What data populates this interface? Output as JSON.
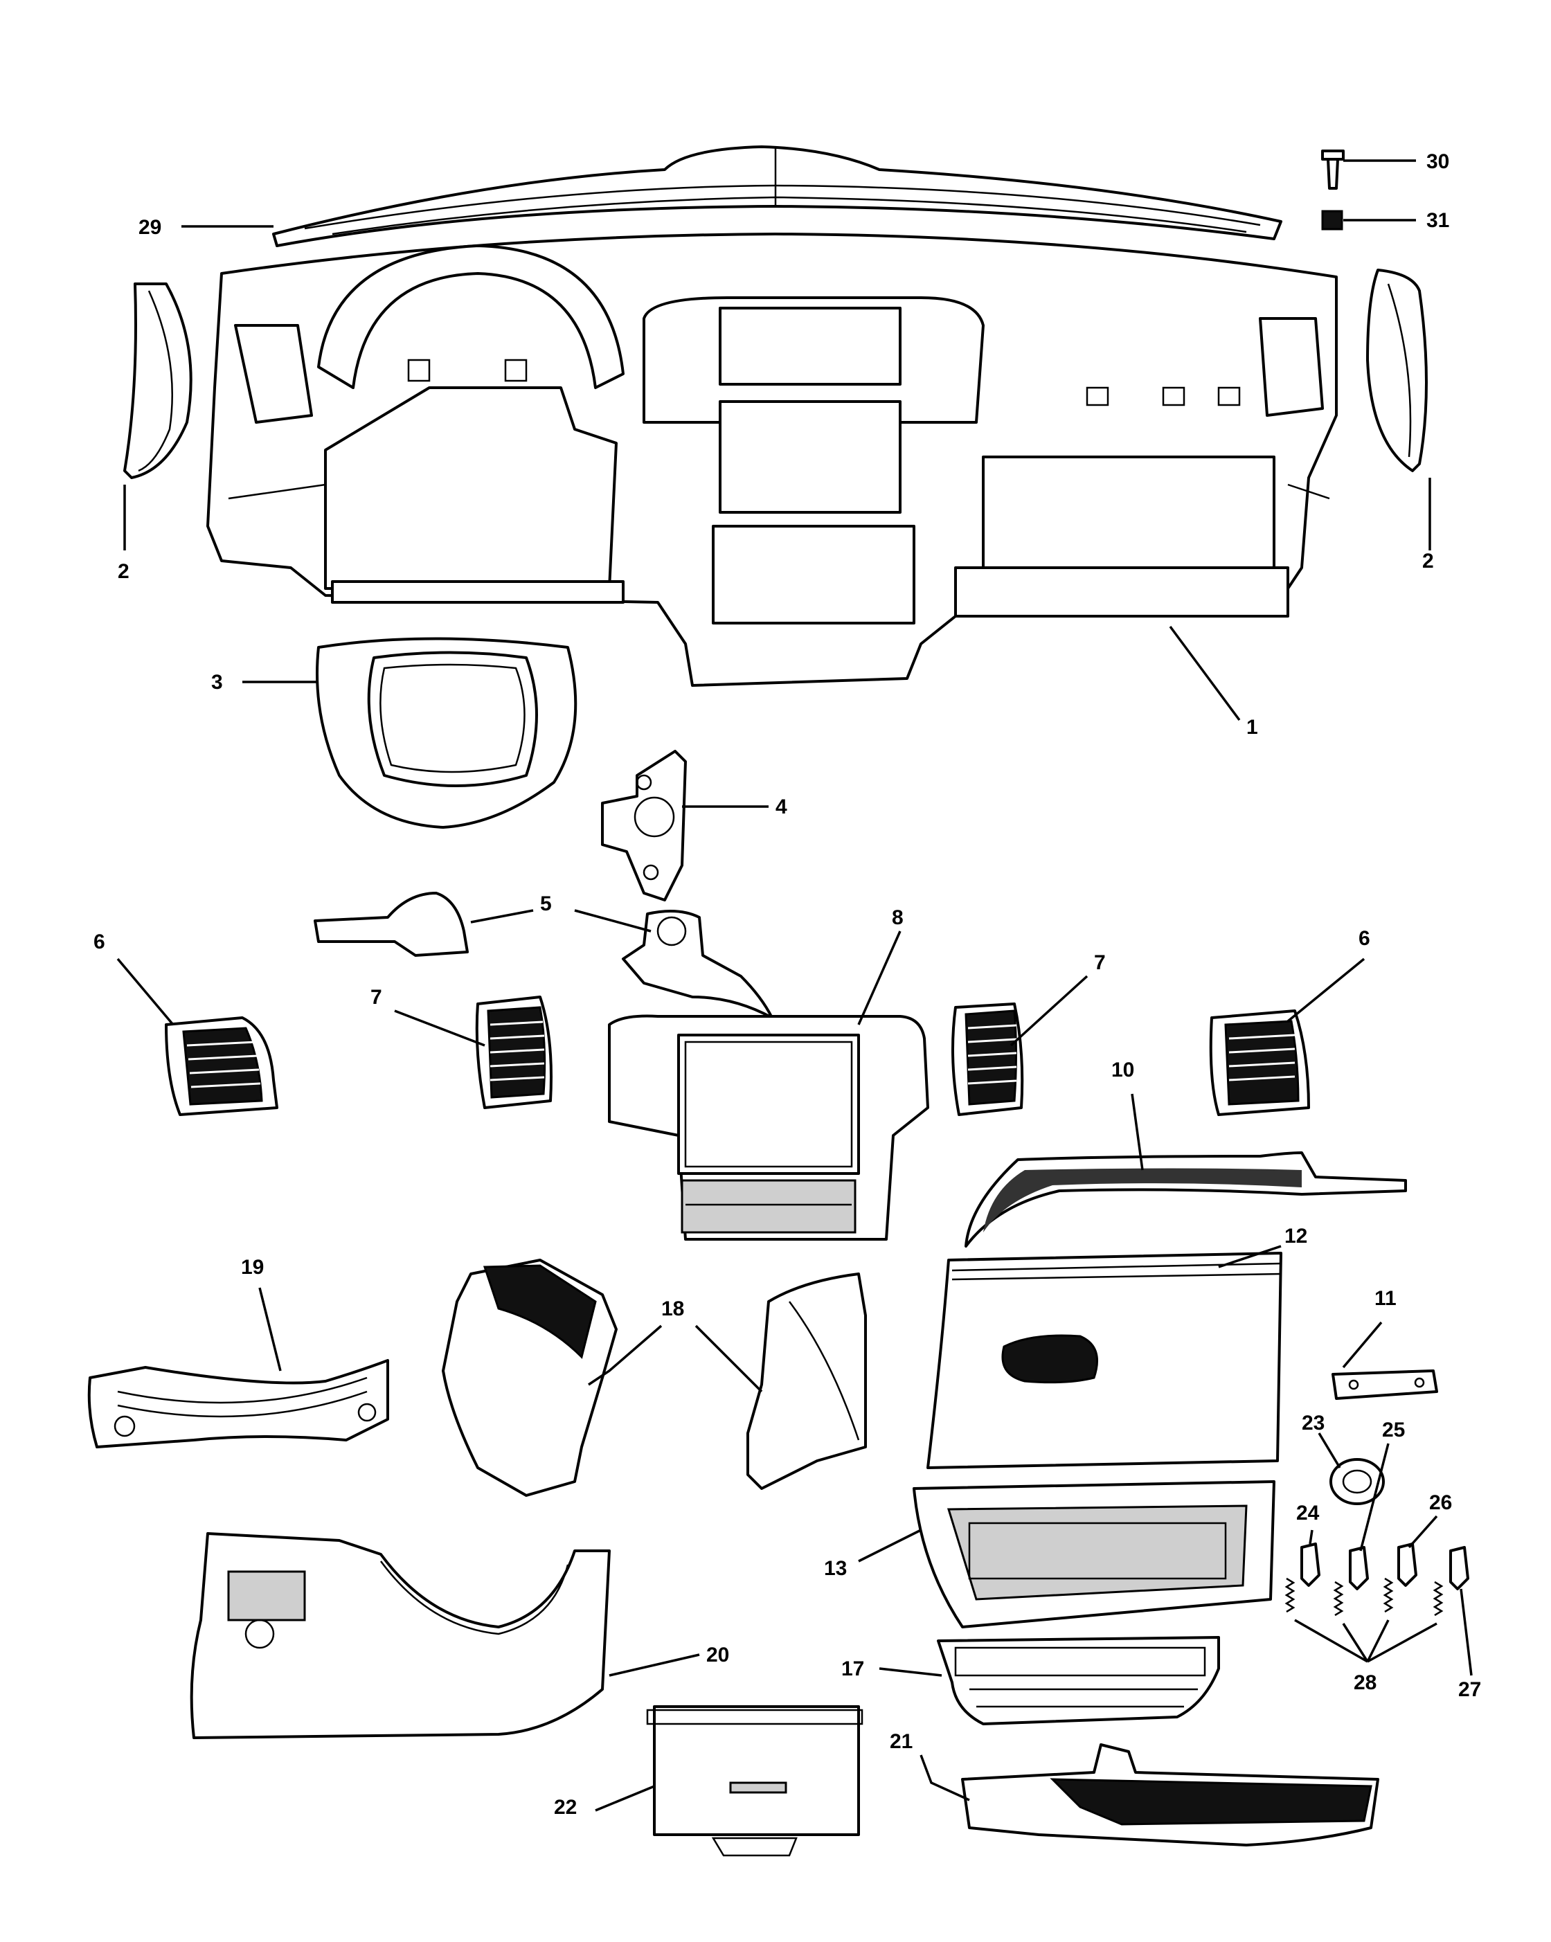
{
  "diagram": {
    "callouts": [
      {
        "id": "1",
        "label": "1"
      },
      {
        "id": "2-left",
        "label": "2"
      },
      {
        "id": "2-right",
        "label": "2"
      },
      {
        "id": "3",
        "label": "3"
      },
      {
        "id": "4",
        "label": "4"
      },
      {
        "id": "5",
        "label": "5"
      },
      {
        "id": "6-left",
        "label": "6"
      },
      {
        "id": "6-right",
        "label": "6"
      },
      {
        "id": "7-left",
        "label": "7"
      },
      {
        "id": "7-right",
        "label": "7"
      },
      {
        "id": "8",
        "label": "8"
      },
      {
        "id": "10",
        "label": "10"
      },
      {
        "id": "11",
        "label": "11"
      },
      {
        "id": "12",
        "label": "12"
      },
      {
        "id": "13",
        "label": "13"
      },
      {
        "id": "17",
        "label": "17"
      },
      {
        "id": "18",
        "label": "18"
      },
      {
        "id": "19",
        "label": "19"
      },
      {
        "id": "20",
        "label": "20"
      },
      {
        "id": "21",
        "label": "21"
      },
      {
        "id": "22",
        "label": "22"
      },
      {
        "id": "23",
        "label": "23"
      },
      {
        "id": "24",
        "label": "24"
      },
      {
        "id": "25",
        "label": "25"
      },
      {
        "id": "26",
        "label": "26"
      },
      {
        "id": "27",
        "label": "27"
      },
      {
        "id": "28",
        "label": "28"
      },
      {
        "id": "29",
        "label": "29"
      },
      {
        "id": "30",
        "label": "30"
      },
      {
        "id": "31",
        "label": "31"
      }
    ]
  }
}
